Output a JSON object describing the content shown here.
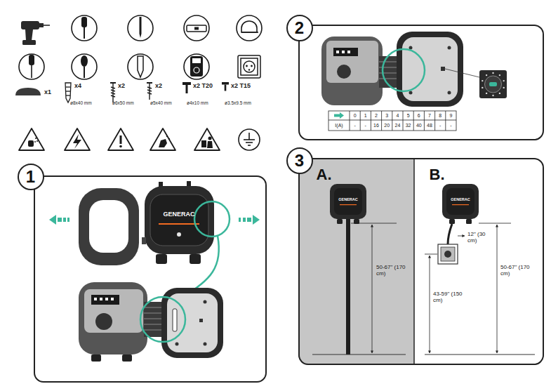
{
  "diagram": {
    "nodes": [
      {
        "text": [
          "1"
        ]
      },
      {
        "text": [
          "2"
        ]
      },
      {
        "text": [
          "3"
        ]
      },
      {
        "text": [
          "A."
        ],
        "in": 2
      },
      {
        "text": [
          "B."
        ],
        "in": 2
      }
    ],
    "labels": [
      "x1",
      "x4",
      "ø8x40 mm",
      "x2",
      "ø6x50 mm",
      "x2",
      "ø5x40 mm",
      "x2 T20",
      "ø4x10 mm",
      "x2 T15",
      "ø3.5x9.5 mm",
      "GENERAC",
      "0",
      "1",
      "2",
      "3",
      "4",
      "5",
      "6",
      "7",
      "8",
      "9",
      "I(A)",
      "-",
      "-",
      "16",
      "20",
      "24",
      "32",
      "40",
      "48",
      "-",
      "-",
      "GENERAC",
      "50-67\" (170 cm)",
      "GENERAC",
      "12\" (30 cm)",
      "43-59\" (150 cm)",
      "50-67\" (170 cm)"
    ]
  }
}
